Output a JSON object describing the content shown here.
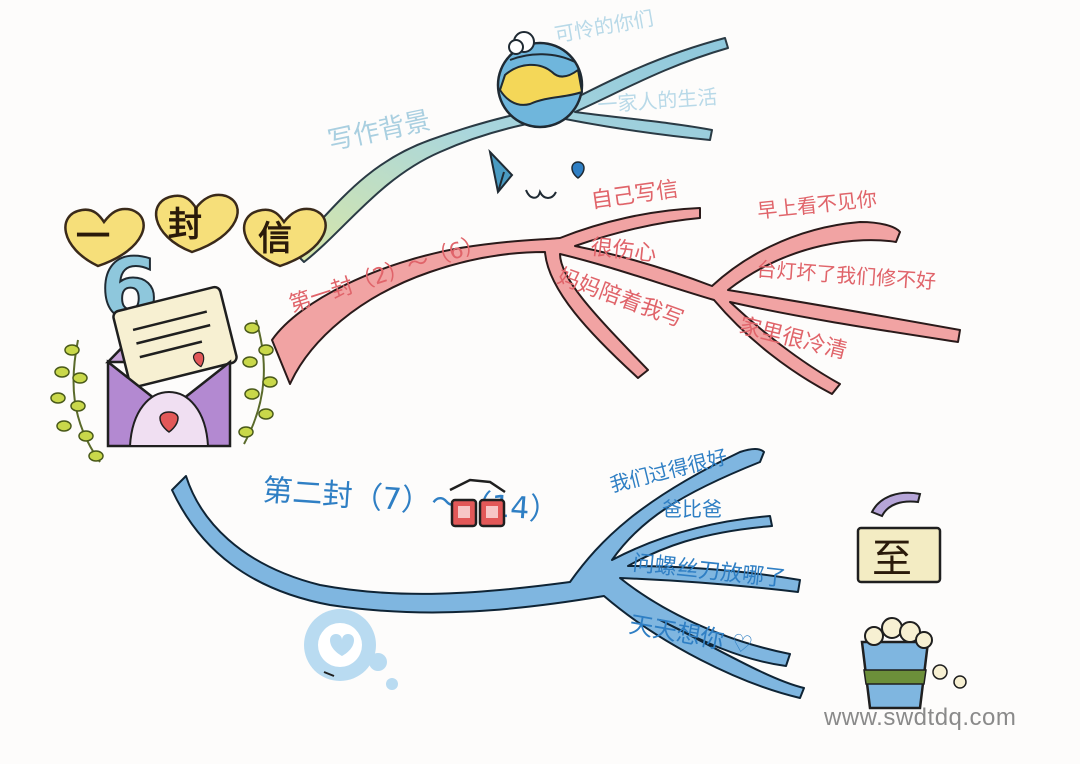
{
  "title": {
    "chars": [
      "一",
      "封",
      "信"
    ]
  },
  "badge_number": "6",
  "branches": {
    "top": {
      "label": "写作背景",
      "sub": [
        "可怜的你们",
        "一家人的生活"
      ],
      "color": "#7ab8d6"
    },
    "middle": {
      "label": "第一封（2）～（6）",
      "sub": [
        "自己写信",
        "很伤心",
        "妈妈陪着我写",
        "早上看不见你",
        "台灯坏了我们修不好",
        "家里很冷清"
      ],
      "color": "#d95c62"
    },
    "bottom": {
      "label": "第二封（7）～（14）",
      "sub": [
        "我们过得很好",
        "爸比爸",
        "问螺丝刀放哪了",
        "天天想你 ♡"
      ],
      "color": "#2f7fc4"
    }
  },
  "stamp_char": "至",
  "watermark": "www.swdtdq.com"
}
